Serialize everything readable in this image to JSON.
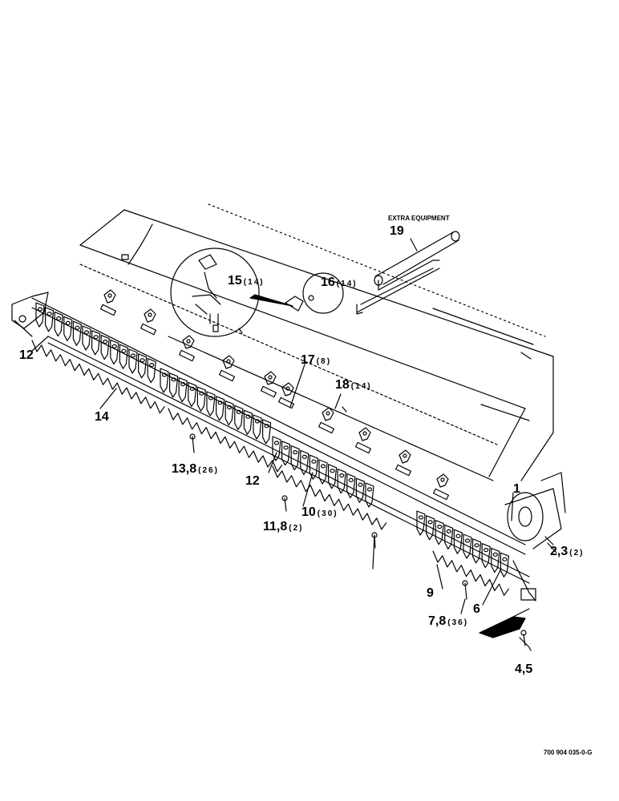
{
  "diagram": {
    "extra_equipment_label": "EXTRA EQUIPMENT",
    "drawing_number": "700 904 035-0-G",
    "callouts": [
      {
        "id": "c1",
        "label": "1",
        "qty": ""
      },
      {
        "id": "c23",
        "label": "2,3",
        "qty": "(2)"
      },
      {
        "id": "c45",
        "label": "4,5",
        "qty": ""
      },
      {
        "id": "c6",
        "label": "6",
        "qty": ""
      },
      {
        "id": "c78",
        "label": "7,8",
        "qty": "(36)"
      },
      {
        "id": "c9",
        "label": "9",
        "qty": ""
      },
      {
        "id": "c108",
        "label": "10",
        "qty": "(30)"
      },
      {
        "id": "c118",
        "label": "11,8",
        "qty": "(2)"
      },
      {
        "id": "c12a",
        "label": "12",
        "qty": ""
      },
      {
        "id": "c12b",
        "label": "12",
        "qty": ""
      },
      {
        "id": "c138",
        "label": "13,8",
        "qty": "(26)"
      },
      {
        "id": "c14",
        "label": "14",
        "qty": ""
      },
      {
        "id": "c15",
        "label": "15",
        "qty": "(14)"
      },
      {
        "id": "c16",
        "label": "16",
        "qty": "(14)"
      },
      {
        "id": "c17",
        "label": "17",
        "qty": "(8)"
      },
      {
        "id": "c18",
        "label": "18",
        "qty": "(14)"
      },
      {
        "id": "c19",
        "label": "19",
        "qty": ""
      }
    ]
  }
}
